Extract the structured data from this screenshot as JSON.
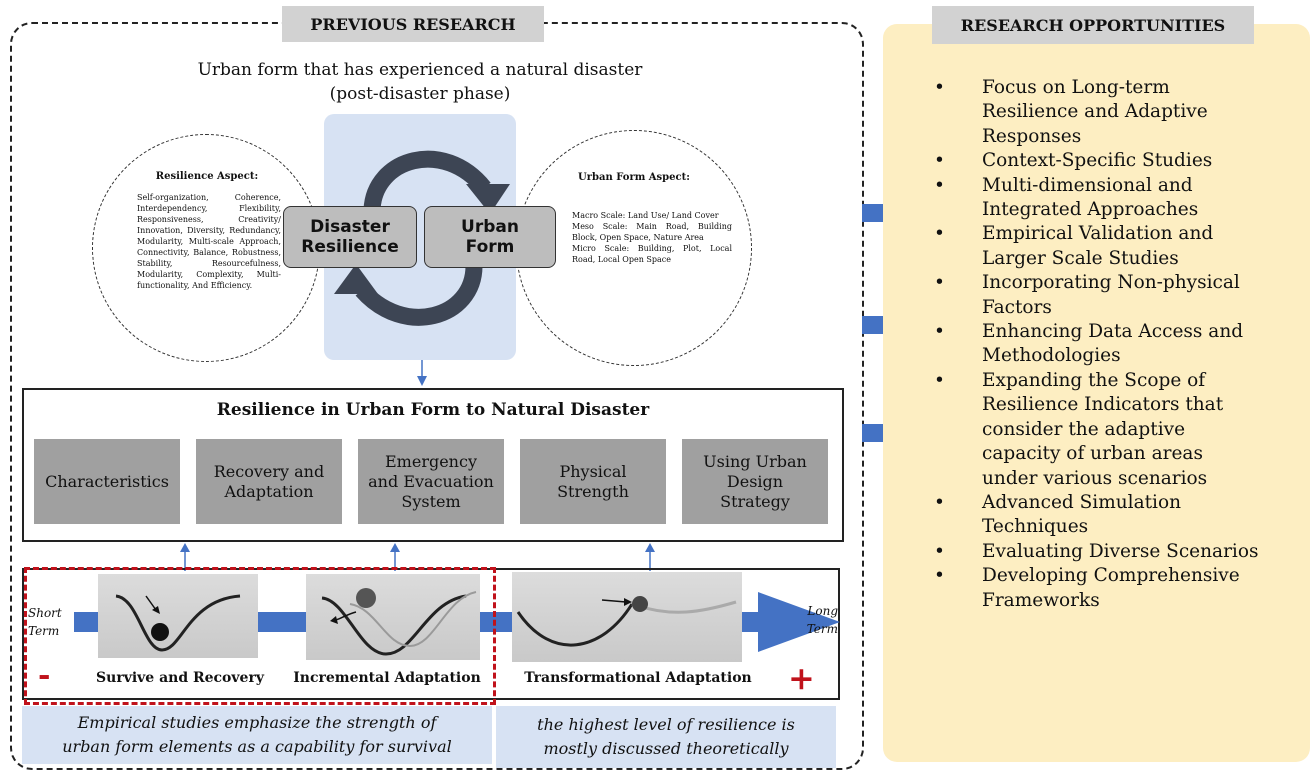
{
  "previous_research": {
    "tab_label": "PREVIOUS RESEARCH",
    "subtitle_line1": "Urban form that has experienced a natural disaster",
    "subtitle_line2": "(post-disaster phase)",
    "resilience_aspect": {
      "title": "Resilience Aspect:",
      "body": "Self-organization, Coherence, Interdependency, Flexibility, Responsiveness, Creativity/ Innovation, Diversity, Redundancy, Modularity, Multi-scale Approach, Connectivity, Balance, Robustness, Stability, Resourcefulness, Modularity, Complexity, Multi-functionality, And Efficiency."
    },
    "urban_form_aspect": {
      "title": "Urban Form Aspect:",
      "lines": [
        "Macro Scale: Land Use/ Land Cover",
        "Meso Scale: Main Road, Building Block, Open Space, Nature Area",
        "Micro Scale: Building, Plot, Local Road, Local Open Space"
      ]
    },
    "cycle": {
      "left_line1": "Disaster",
      "left_line2": "Resilience",
      "right_line1": "Urban",
      "right_line2": "Form"
    },
    "main_title": "Resilience in Urban Form to Natural Disaster",
    "categories": [
      {
        "line1": "Characteristics",
        "line2": "",
        "line3": ""
      },
      {
        "line1": "Recovery and",
        "line2": "Adaptation",
        "line3": ""
      },
      {
        "line1": "Emergency",
        "line2": "and Evacuation",
        "line3": "System"
      },
      {
        "line1": "Physical",
        "line2": "Strength",
        "line3": ""
      },
      {
        "line1": "Using Urban",
        "line2": "Design",
        "line3": "Strategy"
      }
    ],
    "timeline": {
      "short_term_line1": "Short",
      "short_term_line2": "Term",
      "long_term_line1": "Long",
      "long_term_line2": "Term",
      "minus": "-",
      "plus": "+",
      "stages": [
        "Survive and Recovery",
        "Incremental Adaptation",
        "Transformational Adaptation"
      ]
    },
    "notes": {
      "left_line1": "Empirical studies emphasize the strength of",
      "left_line2": "urban form elements as a capability for survival",
      "right_line1": "the highest level of resilience is",
      "right_line2": "mostly discussed theoretically"
    }
  },
  "research_opportunities": {
    "tab_label": "RESEARCH OPPORTUNITIES",
    "bullet": "•",
    "items": [
      [
        "Focus on Long-term",
        "Resilience and Adaptive",
        "Responses"
      ],
      [
        "Context-Specific Studies"
      ],
      [
        "Multi-dimensional and",
        "Integrated Approaches"
      ],
      [
        "Empirical Validation and",
        "Larger Scale Studies"
      ],
      [
        "Incorporating Non-physical",
        "Factors"
      ],
      [
        "Enhancing Data Access and",
        "Methodologies"
      ],
      [
        "Expanding the Scope of",
        "Resilience Indicators that",
        "consider the adaptive",
        "capacity of urban areas",
        "under various scenarios"
      ],
      [
        "Advanced Simulation",
        "Techniques"
      ],
      [
        "Evaluating Diverse Scenarios"
      ],
      [
        "Developing Comprehensive",
        "Frameworks"
      ]
    ]
  },
  "colors": {
    "accent_blue": "#4472c4",
    "panel_blue": "#d7e2f3",
    "opportunities_bg": "#fdeec2",
    "red": "#c0121b"
  }
}
